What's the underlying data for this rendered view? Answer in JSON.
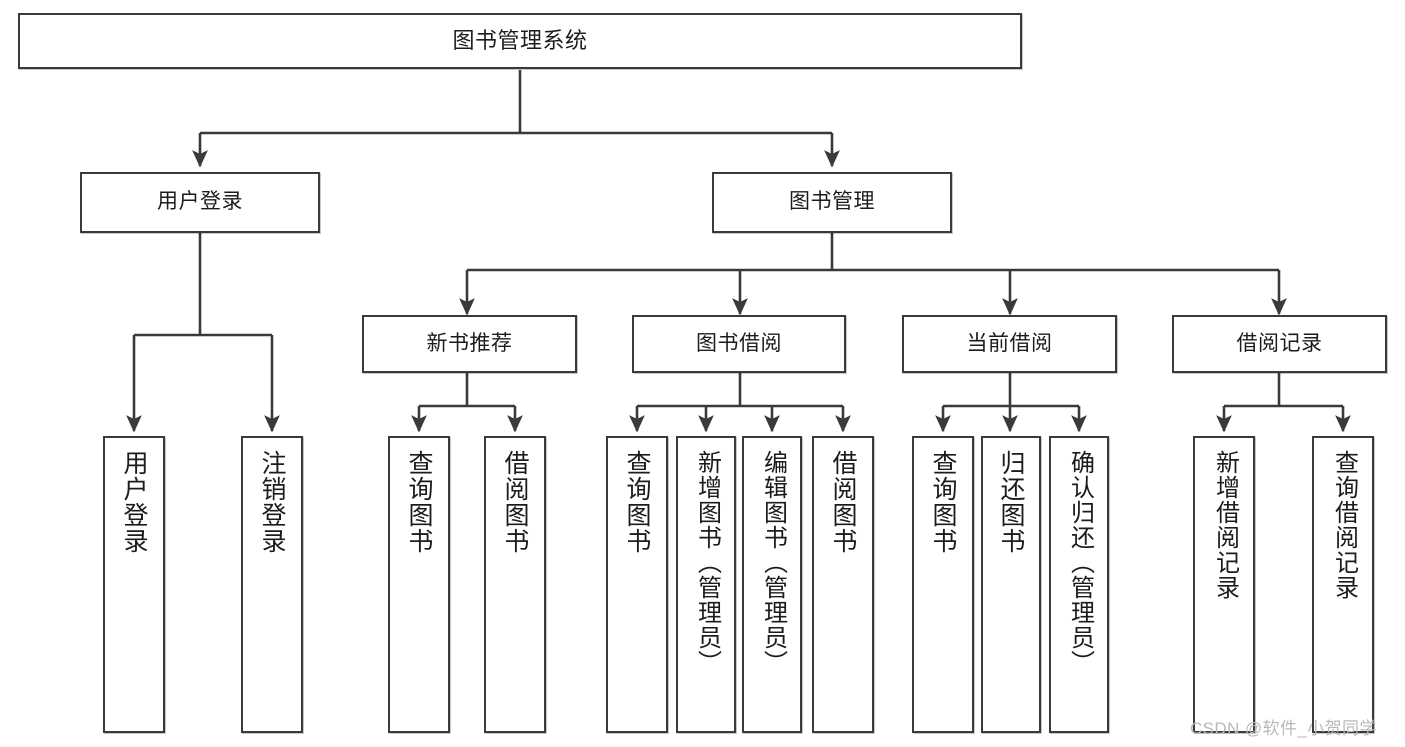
{
  "diagram": {
    "title": "图书管理系统",
    "type": "功能结构图",
    "watermark": "CSDN @软件_小贺同学",
    "colors": {
      "stroke": "#3a3a3a",
      "fill": "#ffffff",
      "text": "#1c1c1c",
      "watermark": "#b9b9b9"
    },
    "levels": {
      "root": {
        "label": "图书管理系统"
      },
      "level2": [
        {
          "id": "user-login",
          "label": "用户登录"
        },
        {
          "id": "book-manage",
          "label": "图书管理"
        }
      ],
      "level3": [
        {
          "id": "new-book-recommend",
          "label": "新书推荐"
        },
        {
          "id": "book-borrow",
          "label": "图书借阅"
        },
        {
          "id": "current-borrow",
          "label": "当前借阅"
        },
        {
          "id": "borrow-record",
          "label": "借阅记录"
        }
      ],
      "leaves": {
        "user-login": [
          {
            "id": "leaf-user-login",
            "label": "用户登录"
          },
          {
            "id": "leaf-user-logout",
            "label": "注销登录"
          }
        ],
        "new-book-recommend": [
          {
            "id": "leaf-query-book-1",
            "label": "查询图书"
          },
          {
            "id": "leaf-borrow-book-1",
            "label": "借阅图书"
          }
        ],
        "book-borrow": [
          {
            "id": "leaf-query-book-2",
            "label": "查询图书"
          },
          {
            "id": "leaf-add-book",
            "label": "新增图书（管理员）"
          },
          {
            "id": "leaf-edit-book",
            "label": "编辑图书（管理员）"
          },
          {
            "id": "leaf-borrow-book-2",
            "label": "借阅图书"
          }
        ],
        "current-borrow": [
          {
            "id": "leaf-query-book-3",
            "label": "查询图书"
          },
          {
            "id": "leaf-return-book",
            "label": "归还图书"
          },
          {
            "id": "leaf-confirm-return",
            "label": "确认归还（管理员）"
          }
        ],
        "borrow-record": [
          {
            "id": "leaf-add-record",
            "label": "新增借阅记录"
          },
          {
            "id": "leaf-query-record",
            "label": "查询借阅记录"
          }
        ]
      }
    }
  }
}
